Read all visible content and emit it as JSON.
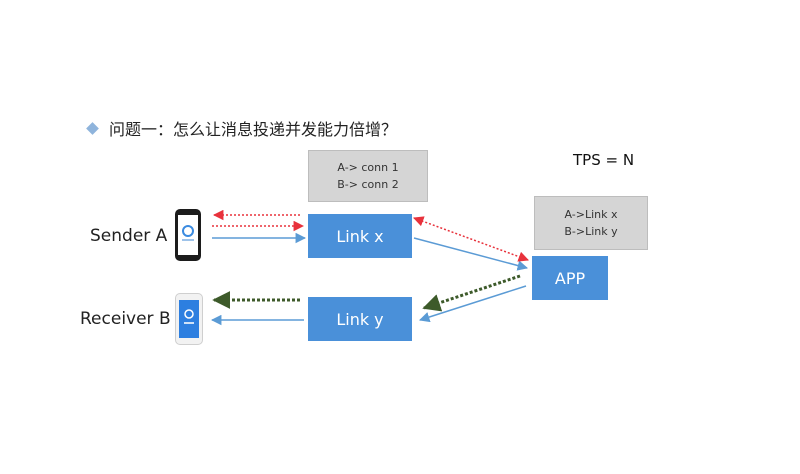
{
  "title": "问题一：怎么让消息投递并发能力倍增？",
  "sender_label": "Sender A",
  "receiver_label": "Receiver B",
  "link_x_label": "Link x",
  "link_y_label": "Link y",
  "app_label": "APP",
  "tps_label": "TPS = N",
  "conn_box": {
    "line1": "A-> conn 1",
    "line2": "B-> conn 2"
  },
  "link_box": {
    "line1": "A->Link x",
    "line2": "B->Link y"
  },
  "colors": {
    "node_blue": "#4a90d9",
    "arrow_blue": "#5b9bd5",
    "arrow_red": "#e8323c",
    "arrow_green": "#3d5a2a",
    "grey_box": "#d5d5d5"
  }
}
